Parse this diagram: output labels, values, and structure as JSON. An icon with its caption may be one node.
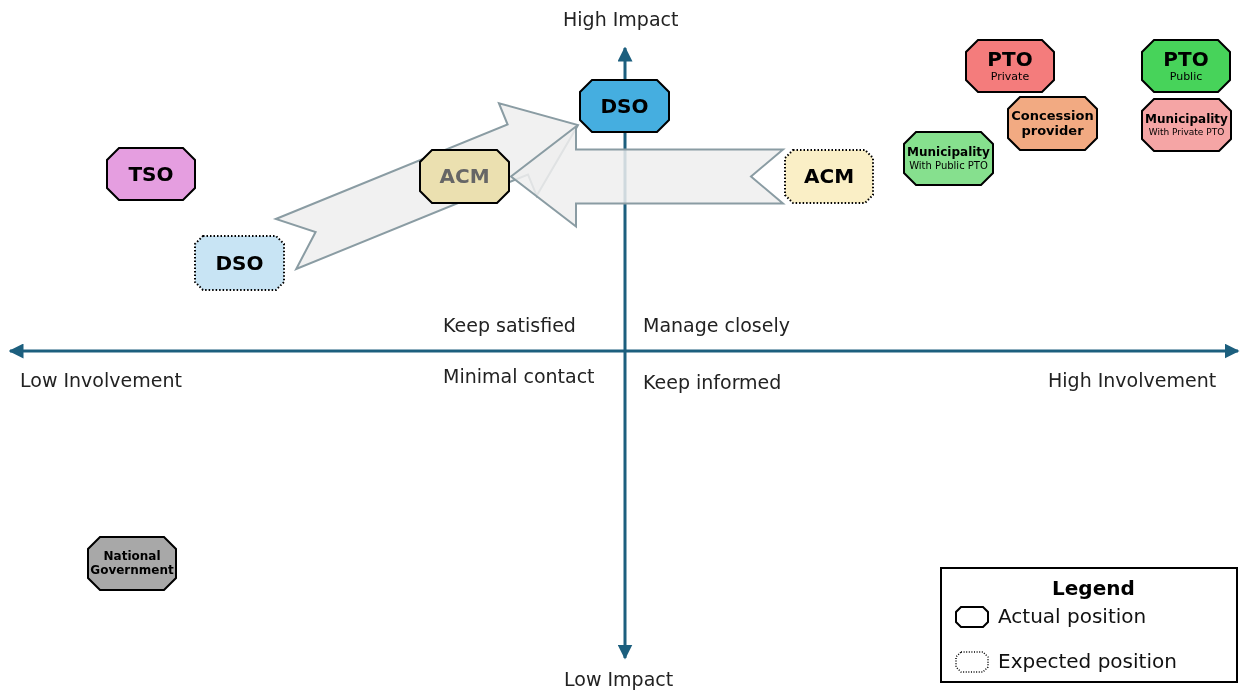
{
  "diagram": {
    "nodes": [
      {
        "text": [
          "PTO",
          "Private"
        ]
      },
      {
        "text": [
          "PTO",
          "Public"
        ]
      },
      {
        "text": [
          "DSO"
        ]
      },
      {
        "text": [
          "Concession provider"
        ]
      },
      {
        "text": [
          "Municipality",
          "With Private PTO"
        ]
      },
      {
        "text": [
          "Municipality",
          "With Public PTO"
        ]
      },
      {
        "text": [
          "TSO"
        ]
      },
      {
        "text": [
          "ACM"
        ]
      },
      {
        "text": [
          "ACM"
        ]
      },
      {
        "text": [
          "DSO"
        ]
      },
      {
        "text": [
          "National Government"
        ]
      }
    ],
    "edges": [
      {
        "from": 9,
        "to": 2,
        "arrow": "to"
      },
      {
        "from": 8,
        "to": 7,
        "arrow": "to"
      }
    ],
    "labels": [
      "High Impact",
      "Keep satisfied",
      "Manage closely",
      "Low Involvement",
      "Minimal contact",
      "Keep informed",
      "High Involvement",
      "Low Impact",
      "Legend"
    ],
    "legend": [
      {
        "text": "Actual position"
      },
      {
        "text": "Expected position"
      }
    ]
  }
}
